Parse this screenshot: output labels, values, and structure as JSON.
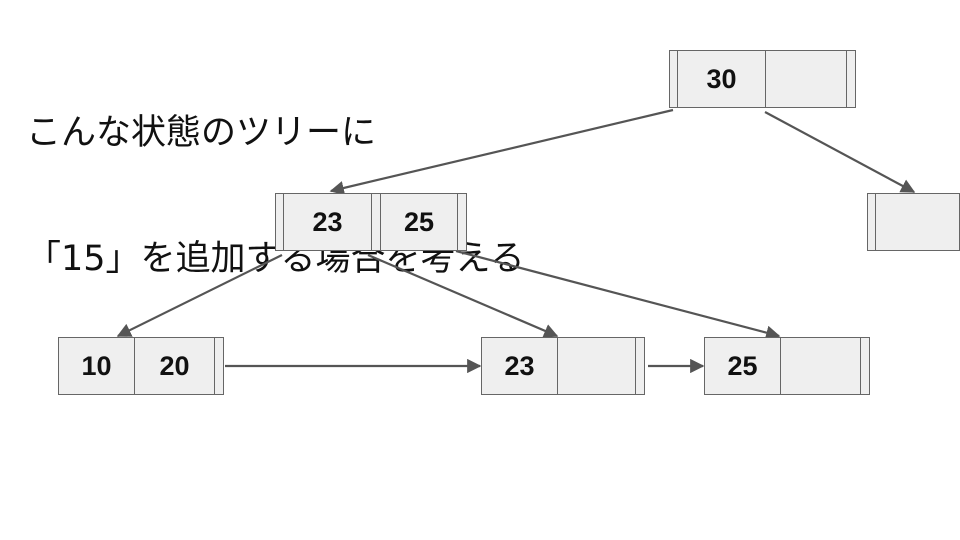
{
  "title": {
    "line1": "こんな状態のツリーに",
    "line2": "「15」を追加する場合を考える"
  },
  "nodes": {
    "root": {
      "keys": [
        "30",
        ""
      ]
    },
    "internal_left": {
      "keys": [
        "23",
        "25"
      ]
    },
    "internal_right": {
      "keys": [
        ""
      ]
    },
    "leaf1": {
      "keys": [
        "10",
        "20"
      ]
    },
    "leaf2": {
      "keys": [
        "23",
        ""
      ]
    },
    "leaf3": {
      "keys": [
        "25",
        ""
      ]
    }
  },
  "colors": {
    "edge": "#555555",
    "node_fill": "#efefef",
    "node_border": "#666666"
  }
}
